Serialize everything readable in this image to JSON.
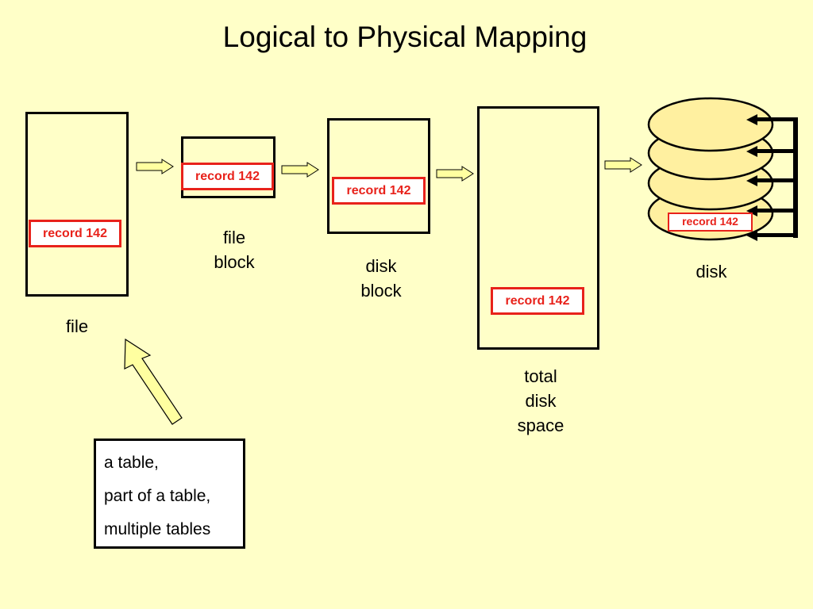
{
  "title": "Logical to Physical Mapping",
  "record_label": "record 142",
  "labels": {
    "file": "file",
    "file_block_1": "file",
    "file_block_2": "block",
    "disk_block_1": "disk",
    "disk_block_2": "block",
    "total_1": "total",
    "total_2": "disk",
    "total_3": "space",
    "disk": "disk"
  },
  "note_lines": [
    "a table,",
    "part of a table,",
    "multiple tables"
  ],
  "colors": {
    "background": "#FFFFC8",
    "record_border": "#E8221B",
    "platter_fill": "#FFF0A0",
    "arrow_fill": "#FFFFA0"
  }
}
